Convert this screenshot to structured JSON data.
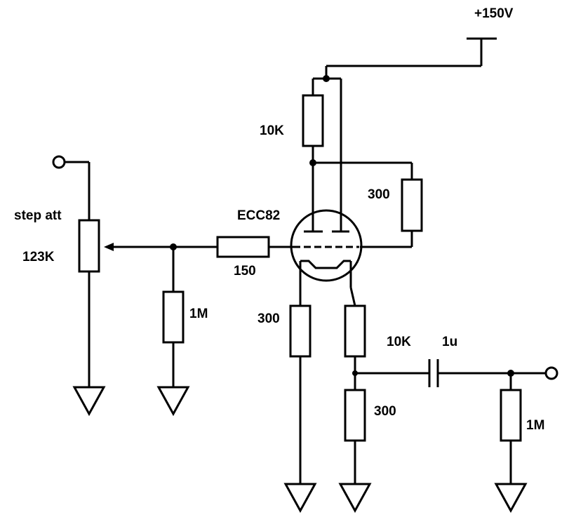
{
  "labels": {
    "supply": "+150V",
    "r_anode": "10K",
    "r_cathode_bias": "300",
    "tube": "ECC82",
    "r_grid_stopper": "150",
    "r_grid_leak": "1M",
    "attenuator_name": "step att",
    "attenuator_value": "123K",
    "r_cathode_left": "300",
    "r_cathode_right": "10K",
    "r_load": "300",
    "cap_output": "1u",
    "r_output": "1M"
  }
}
